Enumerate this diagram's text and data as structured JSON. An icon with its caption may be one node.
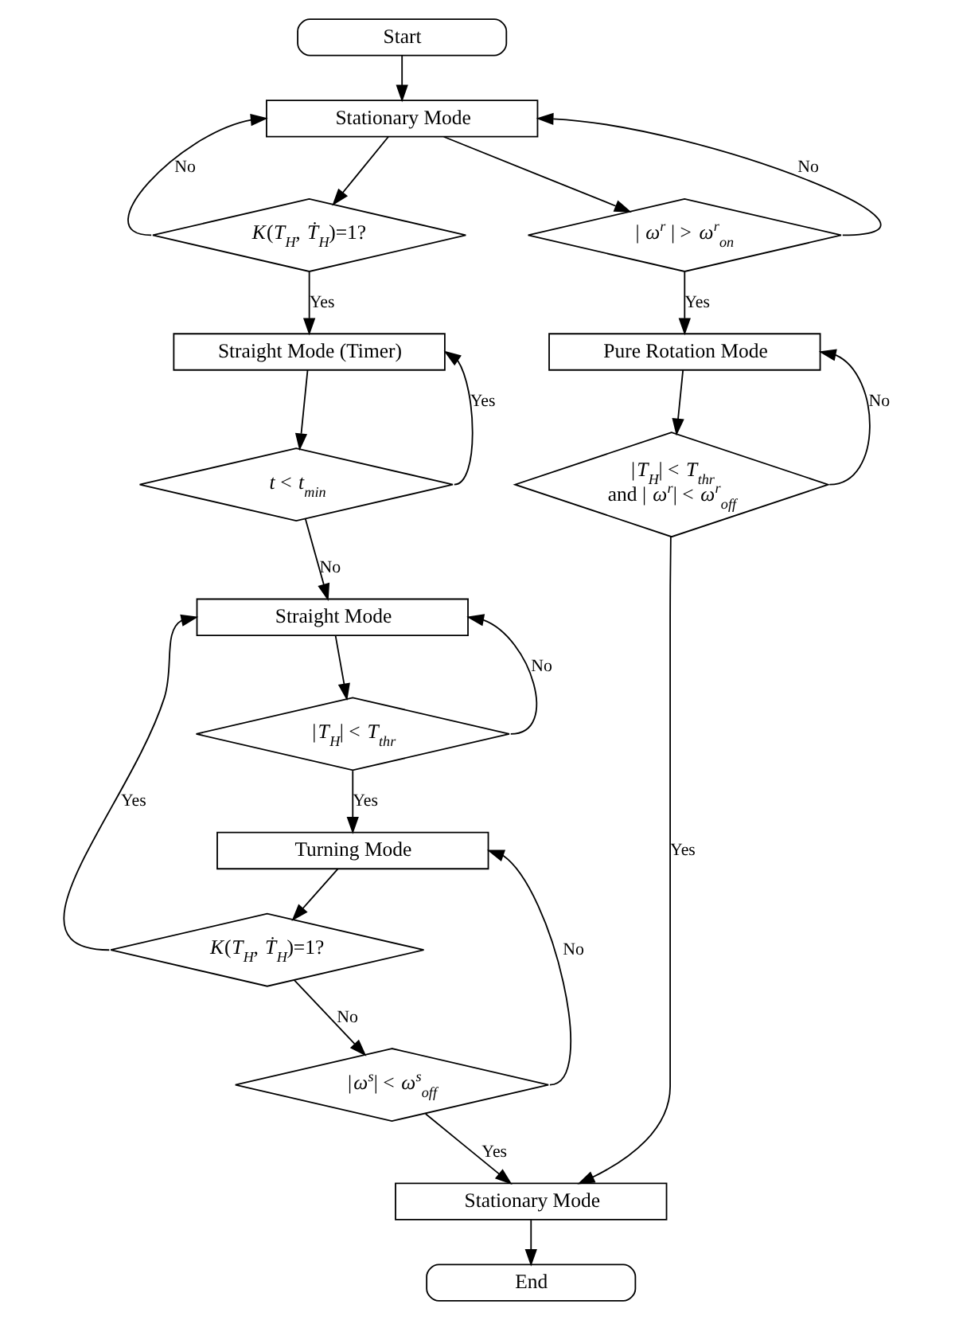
{
  "diagram": {
    "nodes": [
      {
        "text": [
          "Start"
        ]
      },
      {
        "text": [
          "Stationary Mode"
        ]
      },
      {
        "text": [
          "*K*(*T*$_{H}$, *Ṫ*$_{H}$)=1?"
        ]
      },
      {
        "text": [
          "| *ω*$^{r}$ | > *ω*$^{r}$$_{on}$"
        ]
      },
      {
        "text": [
          "Straight Mode (Timer)"
        ]
      },
      {
        "text": [
          "Pure Rotation Mode"
        ]
      },
      {
        "text": [
          "*t* < *t*$_{min}$"
        ]
      },
      {
        "text": [
          "|*T*$_{H}$| < *T*$_{thr}$ and | *ω*$^{r}$| < *ω*$^{r}$$_{off}$"
        ]
      },
      {
        "text": [
          "Straight Mode"
        ]
      },
      {
        "text": [
          "|*T*$_{H}$| < *T*$_{thr}$"
        ]
      },
      {
        "text": [
          "Turning Mode"
        ]
      },
      {
        "text": [
          "*K*(*T*$_{H}$, *Ṫ*$_{H}$)=1?"
        ]
      },
      {
        "text": [
          "|*ω*$^{s}$| < *ω*$^{s}$$_{off}$"
        ]
      },
      {
        "text": [
          "Stationary Mode"
        ]
      },
      {
        "text": [
          "End"
        ]
      }
    ],
    "edges": [
      {
        "from": 0,
        "to": 1,
        "arrow": "to"
      },
      {
        "from": 1,
        "to": 2,
        "arrow": "to"
      },
      {
        "from": 2,
        "to": 1,
        "arrow": "to",
        "label": "No"
      },
      {
        "from": 1,
        "to": 3,
        "arrow": "to"
      },
      {
        "from": 3,
        "to": 1,
        "arrow": "to",
        "label": "No"
      },
      {
        "from": 2,
        "to": 4,
        "arrow": "to",
        "label": "Yes"
      },
      {
        "from": 3,
        "to": 5,
        "arrow": "to",
        "label": "Yes"
      },
      {
        "from": 4,
        "to": 6,
        "arrow": "to"
      },
      {
        "from": 6,
        "to": 4,
        "arrow": "to",
        "label": "Yes"
      },
      {
        "from": 6,
        "to": 8,
        "arrow": "to",
        "label": "No"
      },
      {
        "from": 5,
        "to": 7,
        "arrow": "to"
      },
      {
        "from": 7,
        "to": 5,
        "arrow": "to",
        "label": "No"
      },
      {
        "from": 8,
        "to": 9,
        "arrow": "to"
      },
      {
        "from": 9,
        "to": 8,
        "arrow": "to",
        "label": "No"
      },
      {
        "from": 9,
        "to": 10,
        "arrow": "to",
        "label": "Yes"
      },
      {
        "from": 10,
        "to": 11,
        "arrow": "to"
      },
      {
        "from": 11,
        "to": 8,
        "arrow": "to",
        "label": "Yes"
      },
      {
        "from": 11,
        "to": 12,
        "arrow": "to",
        "label": "No"
      },
      {
        "from": 12,
        "to": 10,
        "arrow": "to",
        "label": "No"
      },
      {
        "from": 12,
        "to": 13,
        "arrow": "to",
        "label": "Yes"
      },
      {
        "from": 7,
        "to": 13,
        "arrow": "to",
        "label": "Yes"
      },
      {
        "from": 13,
        "to": 14,
        "arrow": "to"
      }
    ]
  }
}
